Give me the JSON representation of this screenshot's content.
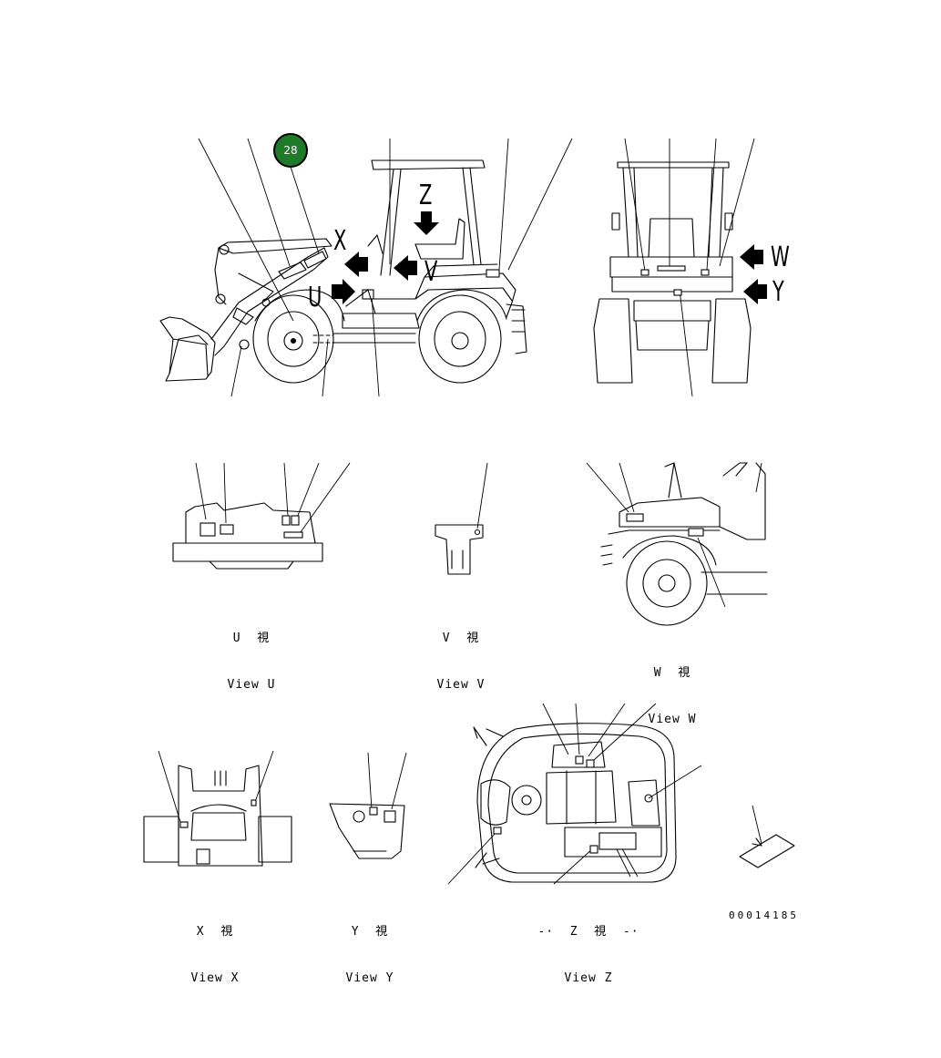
{
  "callout": {
    "number": "28",
    "color": "#1f7a2a"
  },
  "arrows": {
    "x": "X",
    "u": "U",
    "z": "Z",
    "v": "V",
    "w": "W",
    "y": "Y"
  },
  "views": {
    "u": {
      "jp": "U  視",
      "en": "View U"
    },
    "v": {
      "jp": "V  視",
      "en": "View V"
    },
    "w": {
      "jp": "W  視",
      "en": "View W"
    },
    "x": {
      "jp": "X  視",
      "en": "View X"
    },
    "y": {
      "jp": "Y  視",
      "en": "View Y"
    },
    "z": {
      "jp": "-·  Z  視  -·",
      "en": "View Z"
    }
  },
  "part_number": "00014185"
}
